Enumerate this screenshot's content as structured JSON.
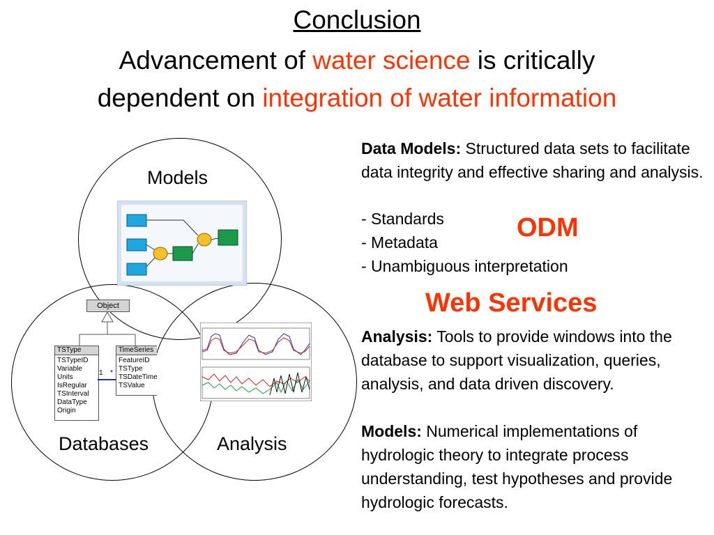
{
  "title": {
    "heading": "Conclusion",
    "line2_pre": "Advancement of ",
    "line2_accent": "water science",
    "line2_post": " is critically",
    "line3_pre": "dependent on ",
    "line3_accent": "integration of water information"
  },
  "venn": {
    "models_label": "Models",
    "databases_label": "Databases",
    "analysis_label": "Analysis"
  },
  "uml": {
    "object": "Object",
    "tstype_title": "TSType",
    "tstype_fields": [
      "TSTypeID",
      "Variable",
      "Units",
      "IsRegular",
      "TSInterval",
      "DataType",
      "Origin"
    ],
    "timeseries_title": "TimeSeries",
    "timeseries_fields": [
      "FeatureID",
      "TSType",
      "TSDateTime",
      "TSValue"
    ],
    "mult_left": "1",
    "mult_right": "*"
  },
  "right": {
    "data_models_label": "Data Models:",
    "data_models_text": " Structured data sets to facilitate data integrity and effective sharing and analysis.",
    "bullets": [
      "- Standards",
      "- Metadata",
      "- Unambiguous interpretation"
    ],
    "odm": "ODM",
    "web_services": "Web Services",
    "analysis_label": "Analysis:",
    "analysis_text": " Tools to provide windows into the database to support visualization, queries, analysis, and data driven discovery.",
    "models_label": "Models:",
    "models_text": " Numerical implementations of hydrologic theory to integrate process understanding, test hypotheses and provide hydrologic forecasts."
  },
  "colors": {
    "accent": "#ff3300"
  }
}
